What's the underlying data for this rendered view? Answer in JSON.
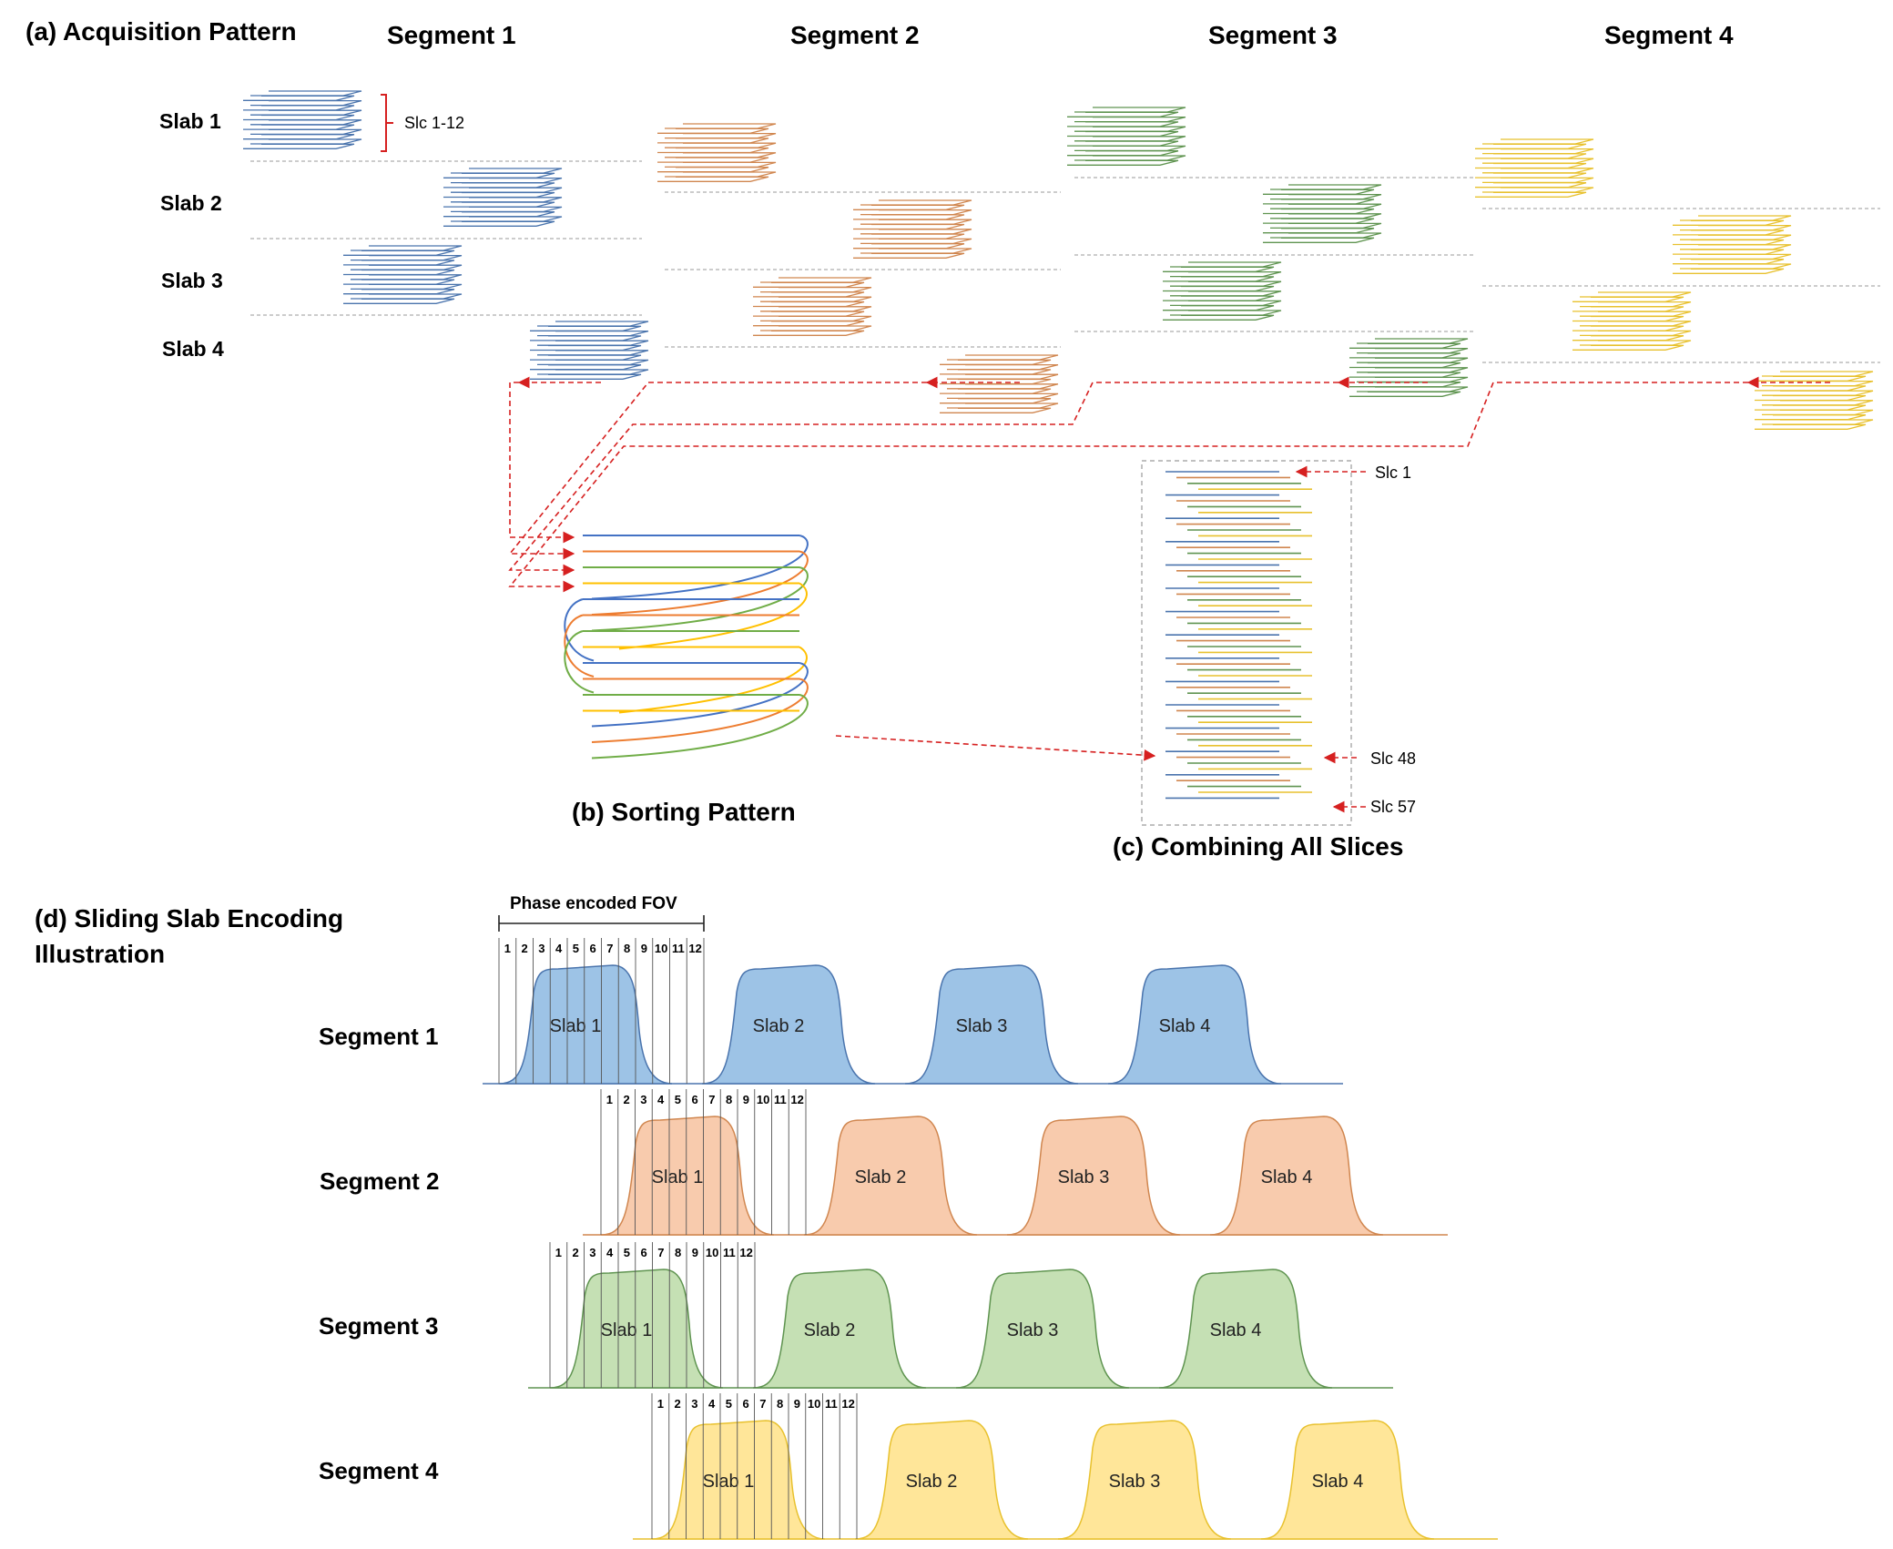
{
  "panels": {
    "a": "(a) Acquisition Pattern",
    "b": "(b) Sorting Pattern",
    "c": "(c) Combining All Slices",
    "d_line1": "(d) Sliding Slab Encoding",
    "d_line2": "Illustration"
  },
  "segments": [
    "Segment 1",
    "Segment 2",
    "Segment 3",
    "Segment 4"
  ],
  "slabs": [
    "Slab 1",
    "Slab 2",
    "Slab 3",
    "Slab 4"
  ],
  "annotations": {
    "slice_range": "Slc 1-12",
    "slc_first": "Slc 1",
    "slc_48": "Slc 48",
    "slc_last": "Slc 57",
    "fov": "Phase encoded FOV"
  },
  "slice_numbers": [
    "1",
    "2",
    "3",
    "4",
    "5",
    "6",
    "7",
    "8",
    "9",
    "10",
    "11",
    "12"
  ],
  "colors": {
    "segment_lines": [
      "#4a74ad",
      "#d0864f",
      "#5f9450",
      "#e8c12e"
    ],
    "segment_fills": [
      "#9dc3e6",
      "#f8cbad",
      "#c5e0b4",
      "#ffe699"
    ],
    "sort_lines": [
      "#4472c4",
      "#ed7d31",
      "#70ad47",
      "#ffc000"
    ],
    "arrow": "#d62020",
    "divider": "#9a9a9a"
  }
}
